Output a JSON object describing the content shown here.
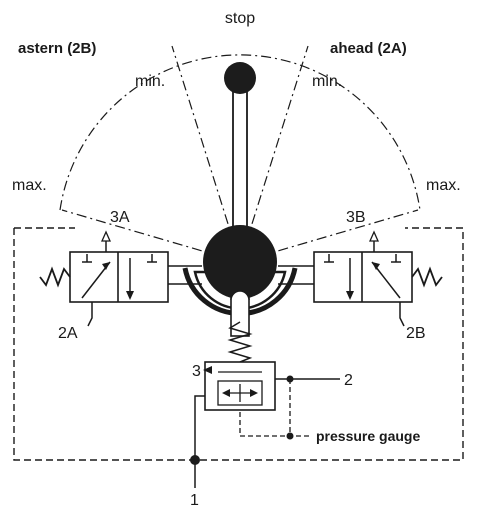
{
  "labels": {
    "stop": "stop",
    "astern": "astern (2B)",
    "ahead": "ahead (2A)",
    "min_left": "min.",
    "min_right": "min.",
    "max_left": "max.",
    "max_right": "max.",
    "port_3a": "3A",
    "port_3b": "3B",
    "port_2a": "2A",
    "port_2b": "2B",
    "port_3": "3",
    "port_2": "2",
    "port_1": "1",
    "pressure_gauge": "pressure gauge"
  },
  "colors": {
    "ink": "#1a1a1a",
    "fill_dark": "#1c1c1c",
    "fill_light": "#ffffff"
  }
}
